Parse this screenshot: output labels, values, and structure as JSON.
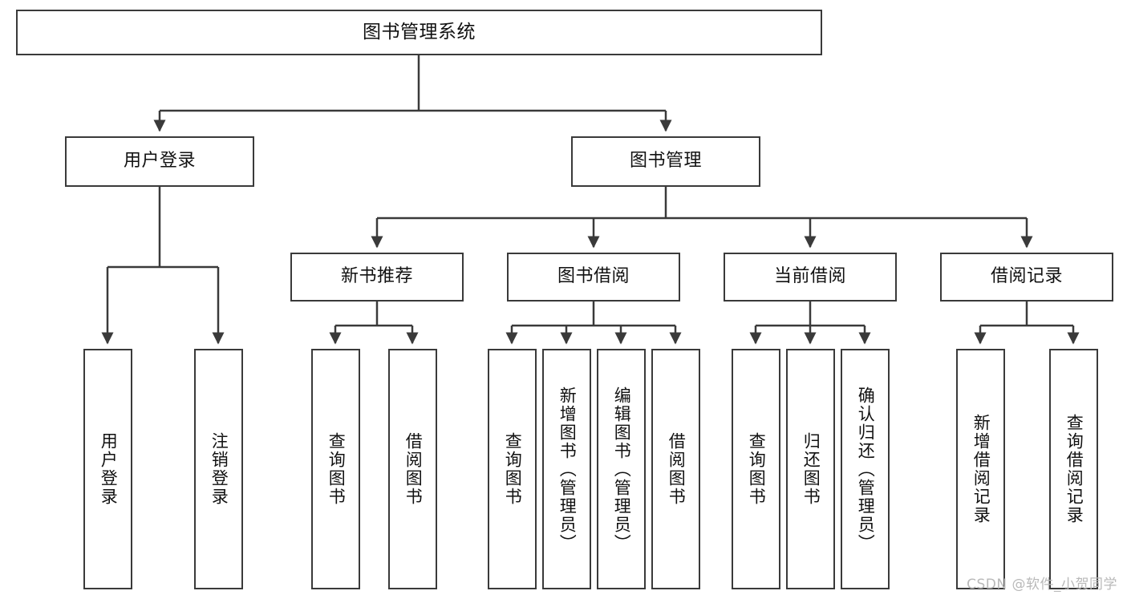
{
  "diagram": {
    "title": "图书管理系统",
    "root": {
      "label": "图书管理系统"
    },
    "level2": [
      {
        "label": "用户登录"
      },
      {
        "label": "图书管理"
      }
    ],
    "level3": [
      {
        "label": "新书推荐"
      },
      {
        "label": "图书借阅"
      },
      {
        "label": "当前借阅"
      },
      {
        "label": "借阅记录"
      }
    ],
    "leaves": {
      "user_login": [
        {
          "label": "用户登录"
        },
        {
          "label": "注销登录"
        }
      ],
      "new_book": [
        {
          "label": "查询图书"
        },
        {
          "label": "借阅图书"
        }
      ],
      "book_borrow": [
        {
          "label": "查询图书"
        },
        {
          "label": "新增图书（管理员）"
        },
        {
          "label": "编辑图书（管理员）"
        },
        {
          "label": "借阅图书"
        }
      ],
      "current_borrow": [
        {
          "label": "查询图书"
        },
        {
          "label": "归还图书"
        },
        {
          "label": "确认归还（管理员）"
        }
      ],
      "borrow_record": [
        {
          "label": "新增借阅记录"
        },
        {
          "label": "查询借阅记录"
        }
      ]
    }
  },
  "watermark": {
    "text": "CSDN @软件_小贺同学"
  },
  "colors": {
    "stroke": "#3a3a3a",
    "background": "#ffffff",
    "text": "#111111",
    "watermark": "#b9b9b9"
  }
}
